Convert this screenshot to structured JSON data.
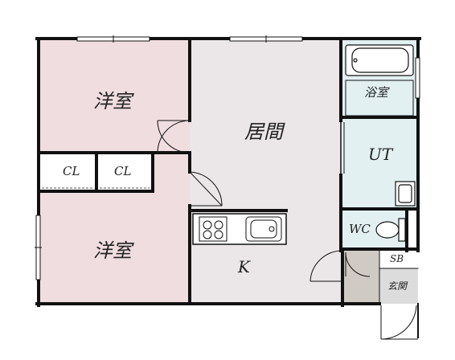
{
  "rooms": {
    "bedroom_top": "洋室",
    "bedroom_bottom": "洋室",
    "living": "居間",
    "bath": "浴室",
    "utility": "UT",
    "closet_left": "CL",
    "closet_right": "CL",
    "kitchen": "K",
    "toilet": "WC",
    "shoe_box": "SB",
    "entrance": "玄関"
  },
  "colors": {
    "wall": "#111111",
    "bedroom_fill": "#f0dde0",
    "living_fill": "#ebe6e8",
    "wet_fill": "#e2f0f2",
    "entrance_fill": "#dcdcdc",
    "step_fill": "#cfcac4"
  }
}
